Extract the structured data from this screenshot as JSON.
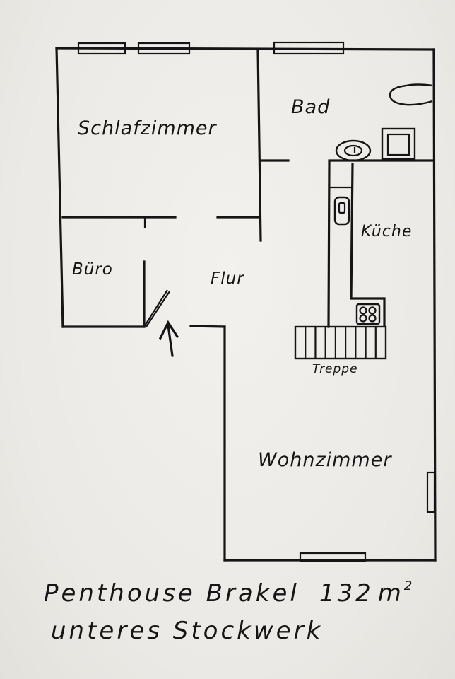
{
  "plan": {
    "rooms": {
      "schlafzimmer": "Schlafzimmer",
      "bad": "Bad",
      "kueche": "Küche",
      "buero": "Büro",
      "flur": "Flur",
      "treppe": "Treppe",
      "wohnzimmer": "Wohnzimmer"
    },
    "caption": {
      "line1_name": "Penthouse Brakel",
      "area_value": "132",
      "area_unit": "m",
      "area_exponent": "2",
      "line2": "unteres Stockwerk"
    },
    "ink_color": "#151515",
    "paper_color": "#eeece8"
  }
}
